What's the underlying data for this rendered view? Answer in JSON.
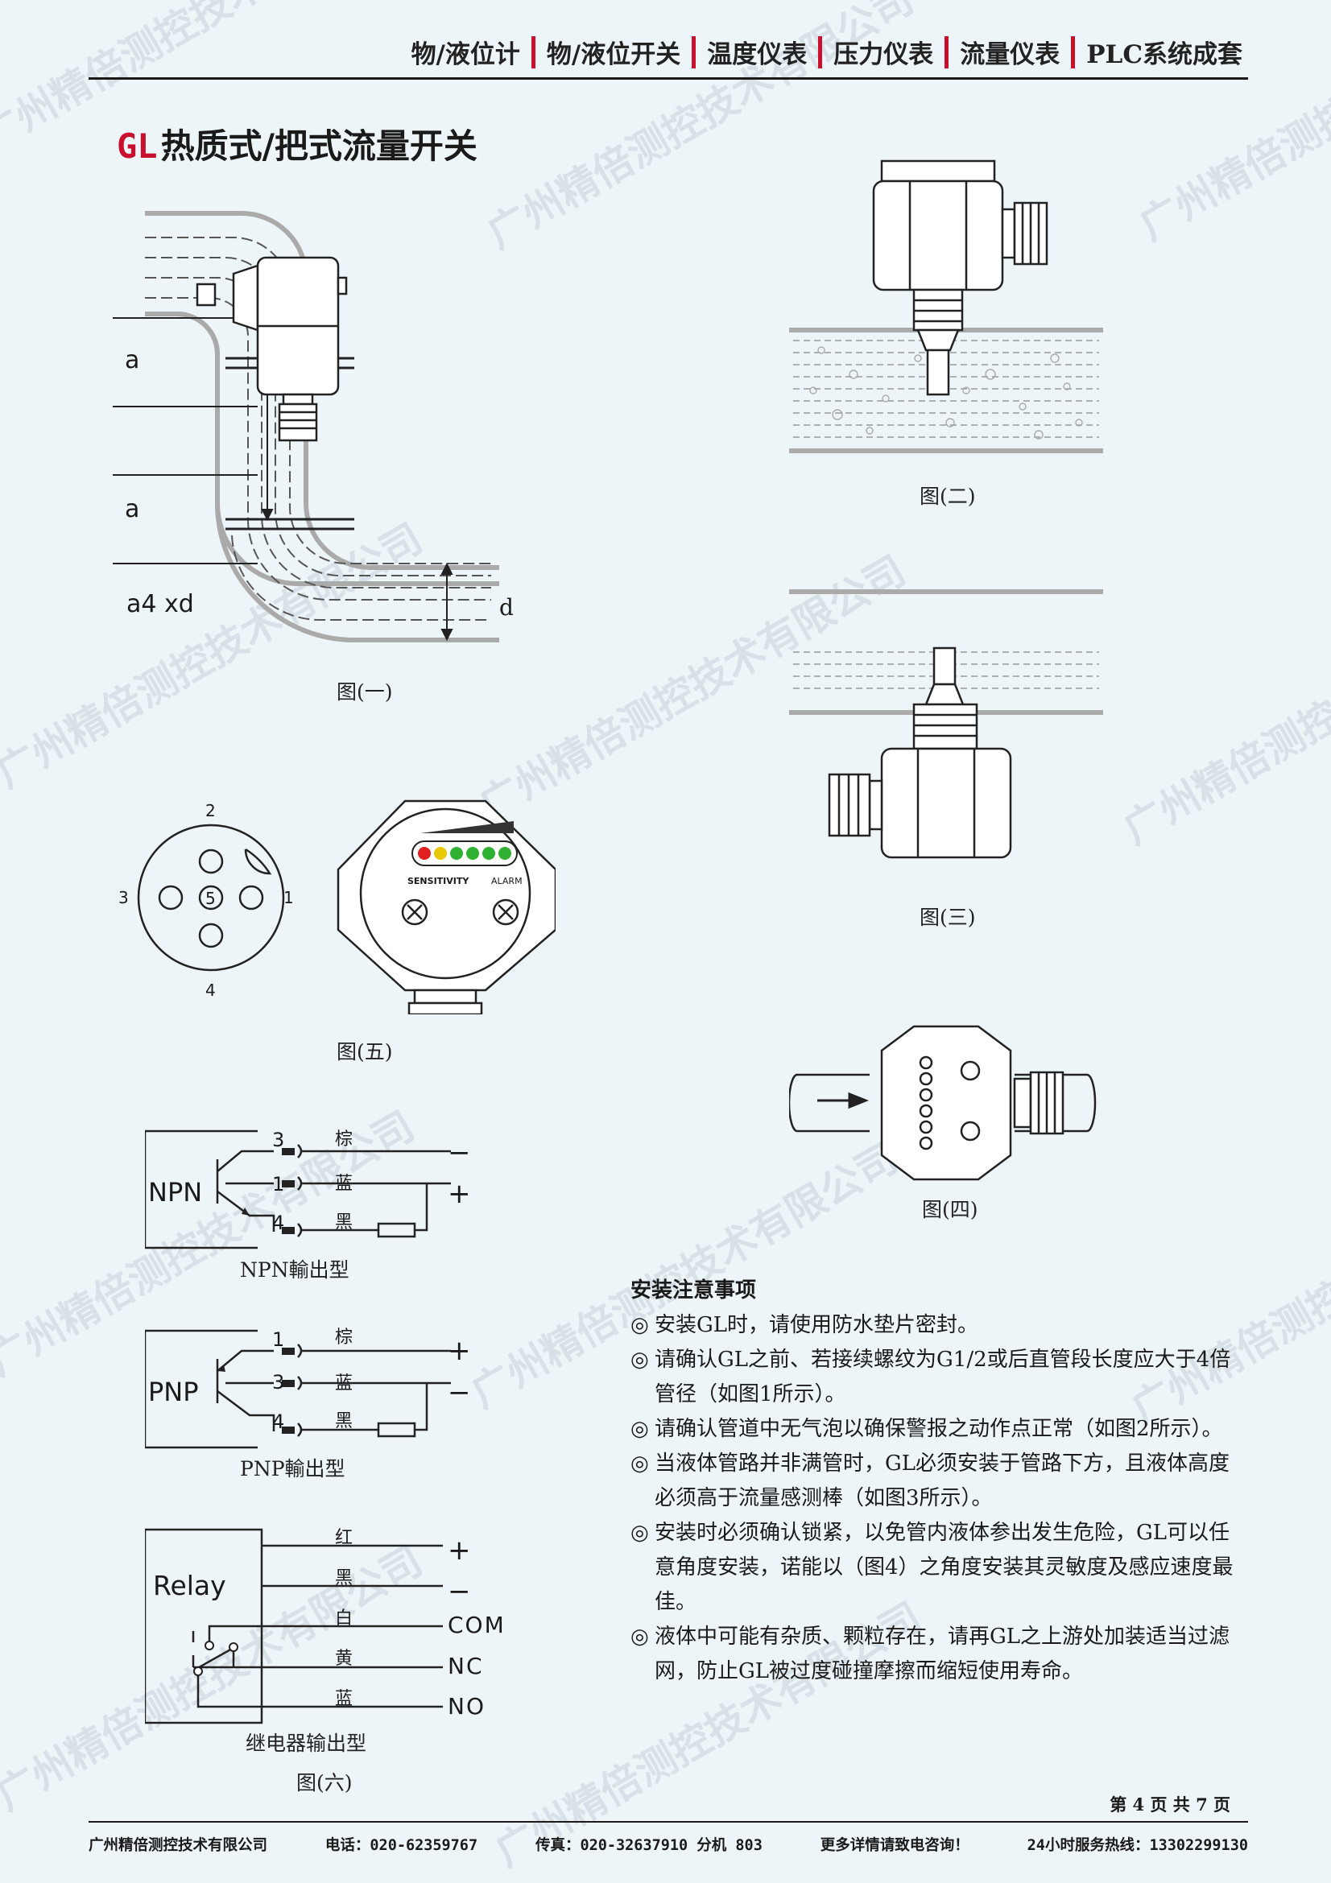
{
  "header": {
    "nav_items": [
      "物/液位计",
      "物/液位开关",
      "温度仪表",
      "压力仪表",
      "流量仪表",
      "PLC系统成套"
    ]
  },
  "title": {
    "prefix": "GL",
    "text": "热质式/把式流量开关"
  },
  "figures": {
    "fig1": {
      "caption": "图(一)",
      "label_a_top": "a",
      "label_a_bottom": "a",
      "label_formula": "a4 xd",
      "label_d": "d"
    },
    "fig2": {
      "caption": "图(二)"
    },
    "fig3": {
      "caption": "图(三)"
    },
    "fig4": {
      "caption": "图(四)"
    },
    "fig5": {
      "caption": "图(五)",
      "pins": [
        "2",
        "3",
        "5",
        "1",
        "4"
      ],
      "panel_sensitivity": "SENSITIVITY",
      "panel_alarm": "ALARM"
    },
    "npn": {
      "caption": "NPN輸出型",
      "box_label": "NPN",
      "pins": [
        "3",
        "1",
        "4"
      ],
      "wires": [
        "棕",
        "蓝",
        "黑"
      ],
      "polarity_minus": "−",
      "polarity_plus": "+"
    },
    "pnp": {
      "caption": "PNP輸出型",
      "box_label": "PNP",
      "pins": [
        "1",
        "3",
        "4"
      ],
      "wires": [
        "棕",
        "蓝",
        "黑"
      ],
      "polarity_plus": "+",
      "polarity_minus": "−"
    },
    "relay": {
      "caption": "继电器输出型",
      "figure_caption": "图(六)",
      "box_label": "Relay",
      "wires": [
        "红",
        "黑",
        "白",
        "黄",
        "蓝"
      ],
      "terminals": [
        "+",
        "−",
        "COM",
        "NC",
        "NO"
      ]
    }
  },
  "notes": {
    "title": "安装注意事项",
    "bullet": "◎",
    "items": [
      "安装GL时，请使用防水垫片密封。",
      "请确认GL之前、若接续螺纹为G1/2或后直管段长度应大于4倍管径（如图1所示）。",
      "请确认管道中无气泡以确保警报之动作点正常（如图2所示）。",
      "当液体管路并非满管时，GL必须安装于管路下方，且液体高度必须高于流量感测棒（如图3所示）。",
      "安装时必须确认锁紧，以免管内液体参出发生危险，GL可以任意角度安装，诺能以（图4）之角度安装其灵敏度及感应速度最佳。",
      "液体中可能有杂质、颗粒存在，请再GL之上游处加装适当过滤网，防止GL被过度碰撞摩擦而缩短使用寿命。"
    ]
  },
  "page_number": "第 4 页 共 7 页",
  "footer": {
    "company": "广州精倍测控技术有限公司",
    "phone": "电话：020-62359767",
    "fax": "传真：020-32637910 分机 803",
    "consult": "更多详情请致电咨询！",
    "hotline": "24小时服务热线：13302299130"
  },
  "watermark": "广州精倍测控技术有限公司",
  "colors": {
    "accent": "#c8102e",
    "background": "#eef5f9"
  }
}
